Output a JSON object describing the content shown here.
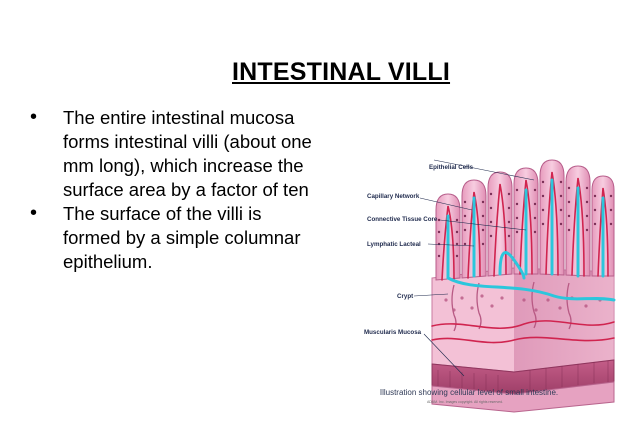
{
  "slide": {
    "title": "INTESTINAL VILLI",
    "bullets": [
      {
        "marker": "•",
        "lines": [
          "The entire intestinal mucosa",
          "forms intestinal villi (about one",
          "mm long), which increase the",
          "surface area by a factor of ten"
        ]
      },
      {
        "marker": "•",
        "lines": [
          " The surface of the villi is",
          "formed by a simple columnar",
          "epithelium."
        ]
      }
    ]
  },
  "figure": {
    "labels": {
      "epithelial_cells": "Epithelial Cells",
      "capillary_network": "Capillary Network",
      "connective_tissue_core": "Connective Tissue Core",
      "lymphatic_lacteal": "Lymphatic Lacteal",
      "crypt": "Crypt",
      "muscularis_mucosa": "Muscularis Mucosa"
    },
    "caption": "Illustration showing cellular level of small intestine.",
    "copyright": "ADAM. Inc. Images copyright. All rights reserved.",
    "colors": {
      "tissue_pink": "#f2b7cf",
      "tissue_dark": "#c76b97",
      "capillary_red": "#d0244f",
      "lacteal_cyan": "#2cc6dc",
      "muscle": "#b34b75",
      "label_navy": "#1f2a4d"
    }
  }
}
